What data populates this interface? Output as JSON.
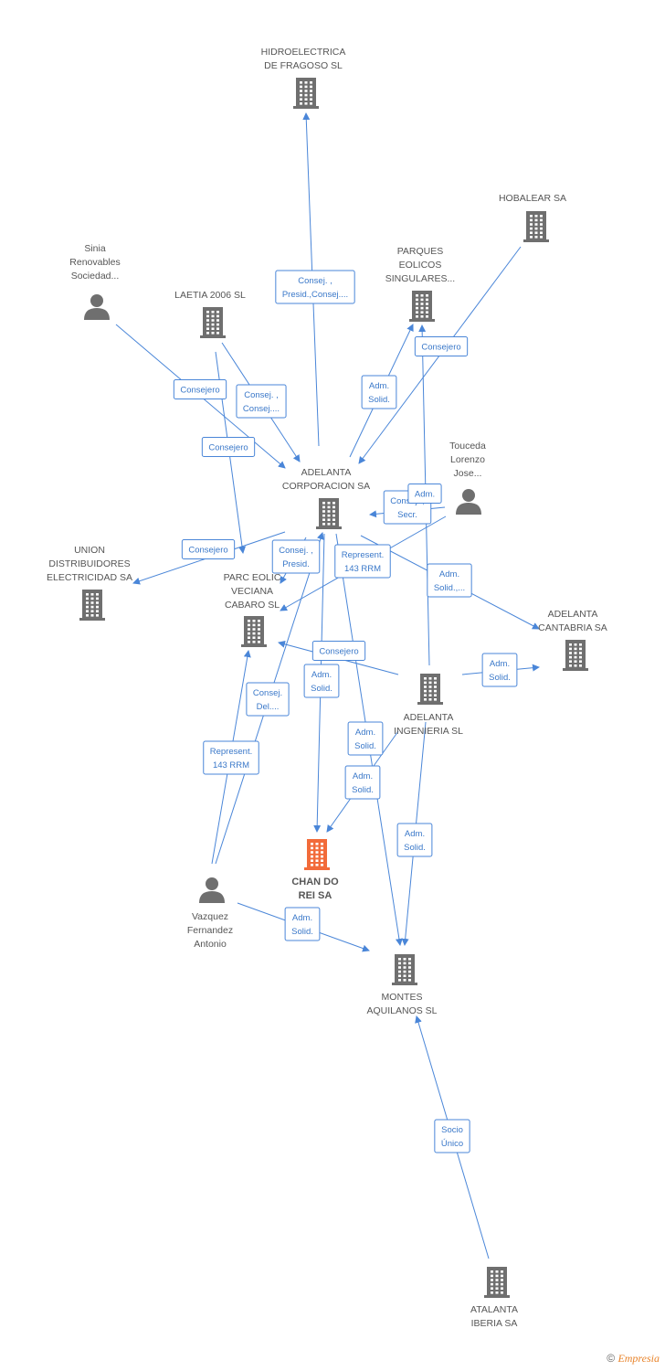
{
  "colors": {
    "edge": "#4a86d8",
    "entity": "#6f6f6f",
    "focus": "#f26b3a",
    "label_text": "#555555"
  },
  "nodes": [
    {
      "id": "hidroelectrica",
      "type": "company",
      "lines": [
        "HIDROELECTRICA",
        "DE FRAGOSO SL"
      ]
    },
    {
      "id": "hobalear",
      "type": "company",
      "lines": [
        "HOBALEAR SA"
      ]
    },
    {
      "id": "sinia",
      "type": "person",
      "lines": [
        "Sinia",
        "Renovables",
        "Sociedad..."
      ]
    },
    {
      "id": "laetia",
      "type": "company",
      "lines": [
        "LAETIA 2006 SL"
      ]
    },
    {
      "id": "parques",
      "type": "company",
      "lines": [
        "PARQUES",
        "EOLICOS",
        "SINGULARES..."
      ]
    },
    {
      "id": "touceda",
      "type": "person",
      "lines": [
        "Touceda",
        "Lorenzo",
        "Jose..."
      ]
    },
    {
      "id": "adelanta_corp",
      "type": "company",
      "lines": [
        "ADELANTA",
        "CORPORACION SA"
      ]
    },
    {
      "id": "union",
      "type": "company",
      "lines": [
        "UNION",
        "DISTRIBUIDORES",
        "ELECTRICIDAD SA"
      ]
    },
    {
      "id": "parc_eolic",
      "type": "company",
      "lines": [
        "PARC EOLIC",
        "VECIANA",
        "CABARO SL"
      ]
    },
    {
      "id": "adelanta_cant",
      "type": "company",
      "lines": [
        "ADELANTA",
        "CANTABRIA SA"
      ]
    },
    {
      "id": "adelanta_ing",
      "type": "company",
      "lines": [
        "ADELANTA",
        "INGENIERIA SL"
      ]
    },
    {
      "id": "chan_do_rei",
      "type": "focus",
      "lines": [
        "CHAN DO",
        "REI SA"
      ]
    },
    {
      "id": "vazquez",
      "type": "person",
      "lines": [
        "Vazquez",
        "Fernandez",
        "Antonio"
      ]
    },
    {
      "id": "montes",
      "type": "company",
      "lines": [
        "MONTES",
        "AQUILANOS SL"
      ]
    },
    {
      "id": "atalanta",
      "type": "company",
      "lines": [
        "ATALANTA",
        "IBERIA SA"
      ]
    }
  ],
  "edges": [
    {
      "from": "adelanta_corp",
      "to": "hidroelectrica",
      "label": [
        "Consej. ,",
        "Presid.,Consej...."
      ]
    },
    {
      "from": "hobalear",
      "to": "adelanta_corp",
      "label": [
        "Consejero"
      ]
    },
    {
      "from": "sinia",
      "to": "adelanta_corp",
      "label": [
        "Consejero"
      ]
    },
    {
      "from": "laetia",
      "to": "adelanta_corp",
      "label": [
        "Consej. ,",
        "Consej...."
      ]
    },
    {
      "from": "laetia",
      "to": "parc_eolic",
      "label": [
        "Consejero"
      ]
    },
    {
      "from": "adelanta_corp",
      "to": "parques",
      "label": [
        "Adm.",
        "Solid."
      ]
    },
    {
      "from": "touceda",
      "to": "adelanta_corp",
      "label": [
        "Consej. ,",
        "Secr."
      ]
    },
    {
      "from": "touceda",
      "to": "parc_eolic",
      "label": [
        "Represent.",
        "143 RRM"
      ]
    },
    {
      "from": "adelanta_corp",
      "to": "union",
      "label": [
        "Consejero"
      ]
    },
    {
      "from": "adelanta_corp",
      "to": "parc_eolic",
      "label": [
        "Consej. ,",
        "Presid."
      ]
    },
    {
      "from": "adelanta_corp",
      "to": "adelanta_cant",
      "label": [
        "Adm.",
        "Solid.,..."
      ]
    },
    {
      "from": "adelanta_ing",
      "to": "parques",
      "label": [
        "Adm."
      ]
    },
    {
      "from": "adelanta_ing",
      "to": "parc_eolic",
      "label": [
        "Consejero"
      ]
    },
    {
      "from": "adelanta_ing",
      "to": "adelanta_cant",
      "label": [
        "Adm.",
        "Solid."
      ]
    },
    {
      "from": "adelanta_corp",
      "to": "chan_do_rei",
      "label": [
        "Adm.",
        "Solid."
      ]
    },
    {
      "from": "adelanta_corp",
      "to": "montes",
      "label": [
        "Adm.",
        "Solid."
      ]
    },
    {
      "from": "adelanta_ing",
      "to": "chan_do_rei",
      "label": [
        "Adm.",
        "Solid."
      ]
    },
    {
      "from": "adelanta_ing",
      "to": "montes",
      "label": [
        "Adm.",
        "Solid."
      ]
    },
    {
      "from": "vazquez",
      "to": "adelanta_corp",
      "label": [
        "Consej.",
        "Del...."
      ]
    },
    {
      "from": "vazquez",
      "to": "parc_eolic",
      "label": [
        "Represent.",
        "143 RRM"
      ]
    },
    {
      "from": "vazquez",
      "to": "montes",
      "label": [
        "Adm.",
        "Solid."
      ]
    },
    {
      "from": "atalanta",
      "to": "montes",
      "label": [
        "Socio",
        "Único"
      ]
    }
  ],
  "footer": {
    "copyright": "©",
    "brand": "Empresia"
  }
}
